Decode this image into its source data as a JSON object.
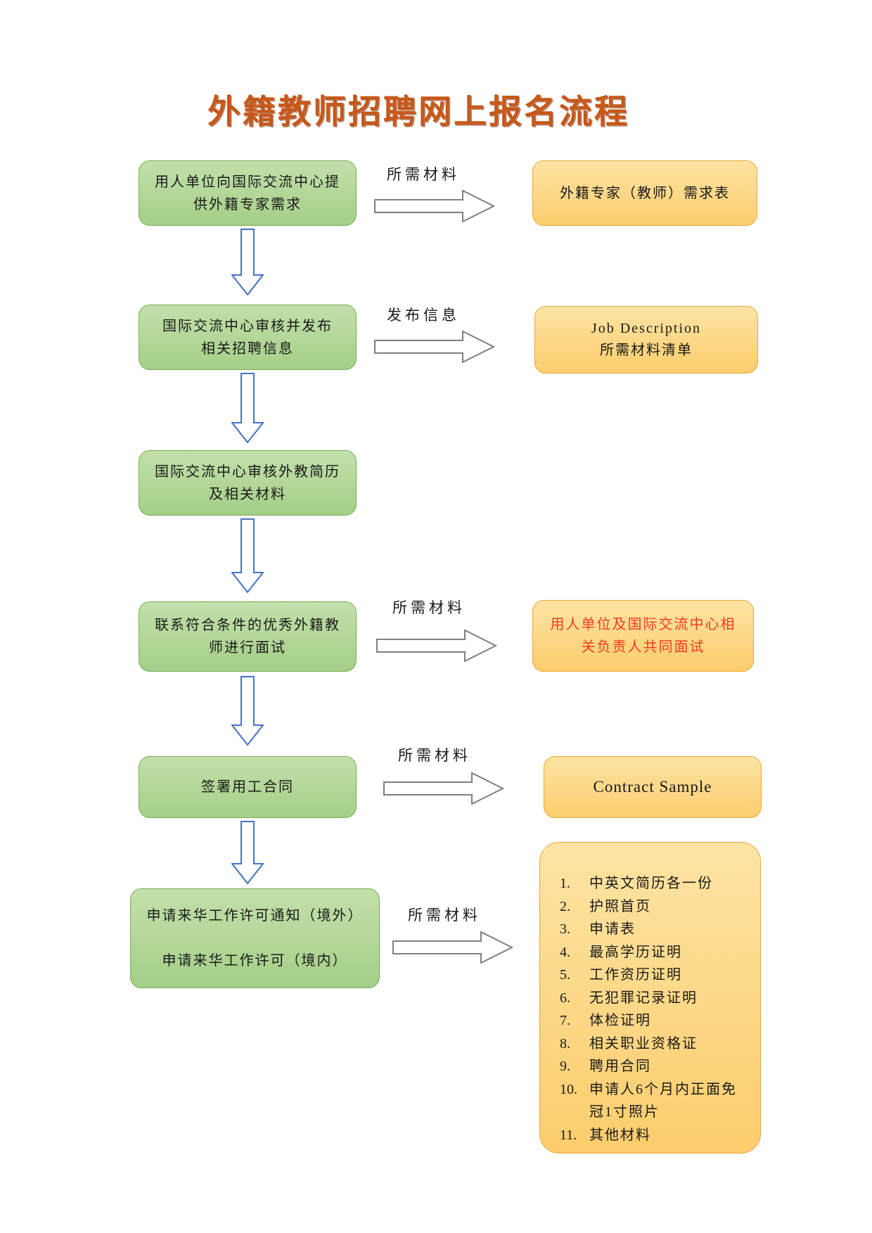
{
  "title": "外籍教师招聘网上报名流程",
  "steps": [
    "用人单位向国际交流中心提\n供外籍专家需求",
    "国际交流中心审核并发布\n相关招聘信息",
    "国际交流中心审核外教简历\n及相关材料",
    "联系符合条件的优秀外籍教\n师进行面试",
    "签署用工合同",
    "申请来华工作许可通知（境外）\n\n申请来华工作许可（境内）"
  ],
  "labels": [
    "所需材料",
    "发布信息",
    "所需材料",
    "所需材料",
    "所需材料"
  ],
  "outputs": [
    "外籍专家（教师）需求表",
    "Job Description\n所需材料清单",
    "用人单位及国际交流中心相\n关负责人共同面试",
    "Contract Sample"
  ],
  "materials": {
    "items": [
      {
        "num": "1.",
        "text": "中英文简历各一份"
      },
      {
        "num": "2.",
        "text": "护照首页"
      },
      {
        "num": "3.",
        "text": "申请表"
      },
      {
        "num": "4.",
        "text": "最高学历证明"
      },
      {
        "num": "5.",
        "text": "工作资历证明"
      },
      {
        "num": "6.",
        "text": "无犯罪记录证明"
      },
      {
        "num": "7.",
        "text": "体检证明"
      },
      {
        "num": "8.",
        "text": "相关职业资格证"
      },
      {
        "num": "9.",
        "text": "聘用合同"
      },
      {
        "num": "10.",
        "text": "申请人6个月内正面免冠1寸照片"
      },
      {
        "num": "11.",
        "text": "其他材料"
      }
    ]
  },
  "colors": {
    "title": "#c7581a",
    "step_fill": "#a9d18e",
    "step_border": "#7cab55",
    "output_fill": "#fcd37e",
    "output_border": "#eda63c",
    "red_text": "#f43b20",
    "flow_arrow_stroke": "#4472c4",
    "link_arrow_stroke": "#7f7f7f"
  }
}
